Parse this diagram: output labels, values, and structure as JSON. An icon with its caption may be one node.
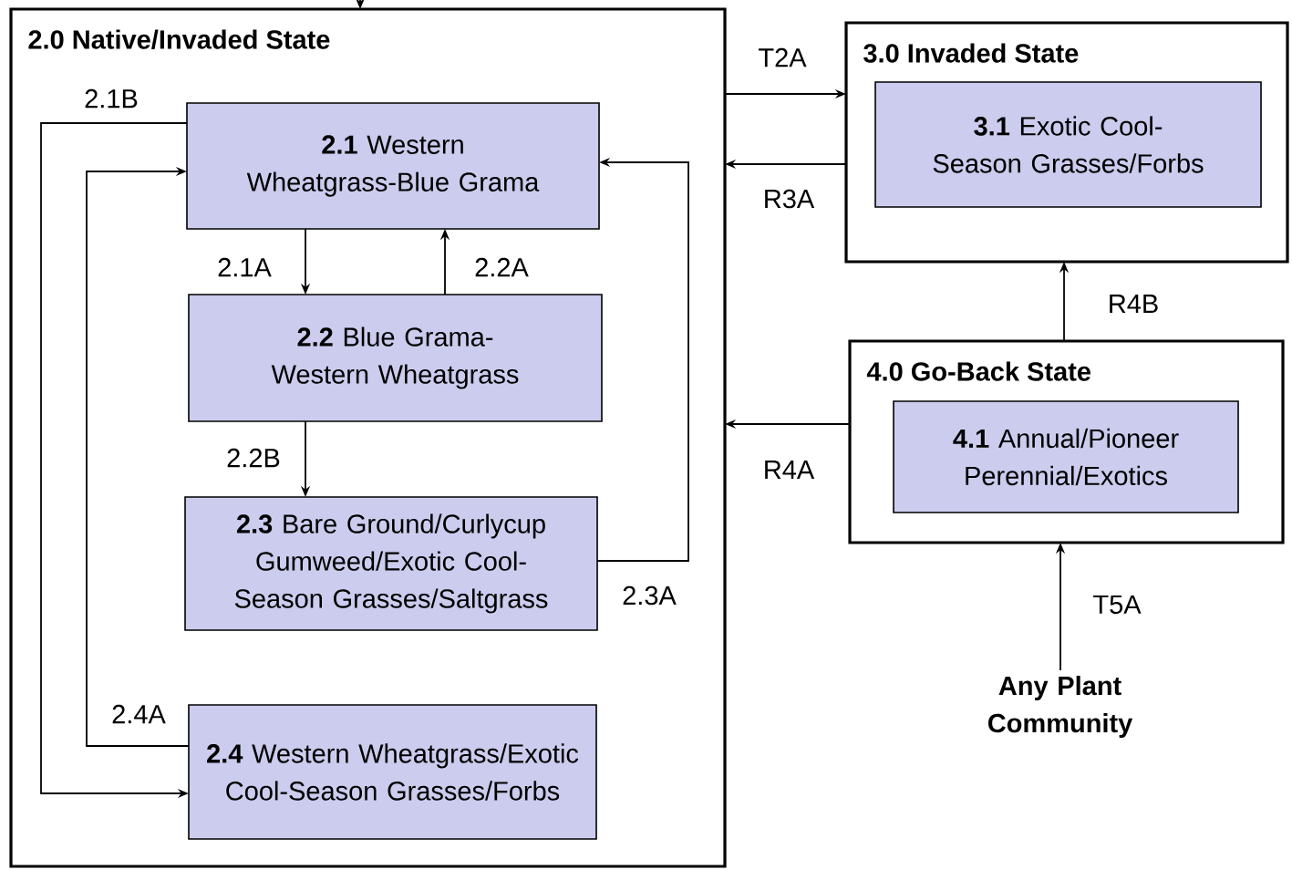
{
  "diagram": {
    "nodes": [
      {
        "text": [
          "2.0 Native/Invaded State"
        ]
      },
      {
        "text": [
          "**2.1** Western Wheatgrass-Blue Grama"
        ],
        "in": 0
      },
      {
        "text": [
          "**2.2** Blue Grama-Western Wheatgrass"
        ],
        "in": 0
      },
      {
        "text": [
          "**2.3** Bare Ground/Curlycup Gumweed/Exotic Cool-Season Grasses/Saltgrass"
        ],
        "in": 0
      },
      {
        "text": [
          "**2.4** Western Wheatgrass/Exotic Cool-Season Grasses/Forbs"
        ],
        "in": 0
      },
      {
        "text": [
          "3.0 Invaded State"
        ]
      },
      {
        "text": [
          "**3.1** Exotic Cool-Season Grasses/Forbs"
        ],
        "in": 5
      },
      {
        "text": [
          "4.0 Go-Back State"
        ]
      },
      {
        "text": [
          "**4.1** Annual/Pioneer Perennial/Exotics"
        ],
        "in": 7
      },
      {
        "text": [
          "Any Plant Community"
        ]
      }
    ],
    "edges": [
      {
        "from": null,
        "to": 0,
        "arrow": "to"
      },
      {
        "from": 1,
        "to": 2,
        "arrow": "to",
        "label": "2.1A"
      },
      {
        "from": 2,
        "to": 1,
        "arrow": "to",
        "label": "2.2A"
      },
      {
        "from": 2,
        "to": 3,
        "arrow": "to",
        "label": "2.2B"
      },
      {
        "from": 3,
        "to": 1,
        "arrow": "to",
        "label": "2.3A"
      },
      {
        "from": 4,
        "to": 1,
        "arrow": "to",
        "label": "2.4A"
      },
      {
        "from": 1,
        "to": 4,
        "arrow": "to",
        "label": "2.1B"
      },
      {
        "from": 0,
        "to": 5,
        "arrow": "to",
        "label": "T2A"
      },
      {
        "from": 5,
        "to": 0,
        "arrow": "to",
        "label": "R3A"
      },
      {
        "from": 7,
        "to": 5,
        "arrow": "to",
        "label": "R4B"
      },
      {
        "from": 7,
        "to": 0,
        "arrow": "to",
        "label": "R4A"
      },
      {
        "from": 9,
        "to": 7,
        "arrow": "to",
        "label": "T5A"
      }
    ]
  }
}
